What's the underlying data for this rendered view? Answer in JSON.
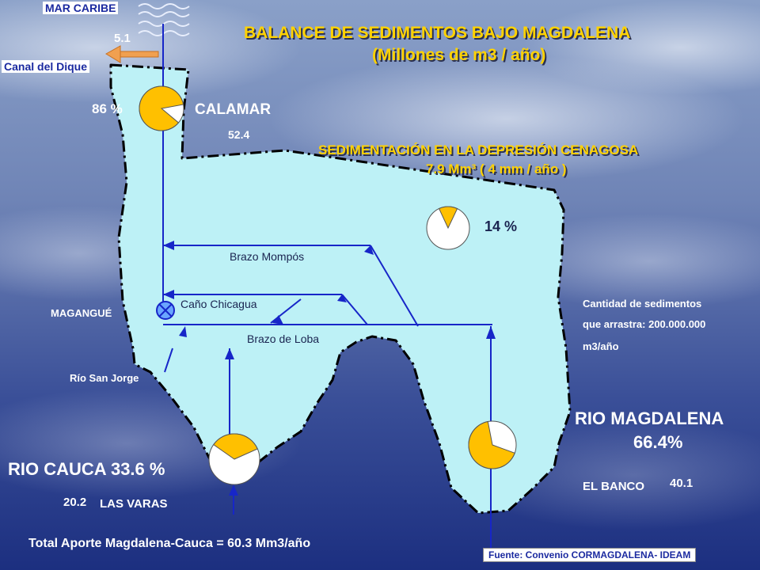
{
  "title": {
    "line1": "BALANCE DE SEDIMENTOS BAJO MAGDALENA",
    "line2": "(Millones de m3 / año)"
  },
  "sedimentation": {
    "line1": "SEDIMENTACIÓN EN LA DEPRESIÓN CENAGOSA",
    "line2": "7.9 Mm³  ( 4 mm / año )",
    "percent": "14 %",
    "share": 0.14
  },
  "labels": {
    "mar_caribe": "MAR CARIBE",
    "mar_value": "5.1",
    "canal_dique": "Canal del Dique",
    "calamar_percent": "86 %",
    "calamar": "CALAMAR",
    "calamar_value": "52.4",
    "brazo_mompos": "Brazo Mompós",
    "cano_chicagua": "Caño Chicagua",
    "brazo_loba": "Brazo de Loba",
    "magangue": "MAGANGUÉ",
    "rio_san_jorge": "Río San Jorge",
    "rio_cauca": "RIO CAUCA  33.6 %",
    "cauca_value": "20.2",
    "las_varas": "LAS VARAS",
    "rio_magdalena": "RIO MAGDALENA",
    "magdalena_percent": "66.4%",
    "el_banco": "EL BANCO",
    "banco_value": "40.1",
    "cantidad_line1": "Cantidad de sedimentos",
    "cantidad_line2": "que arrastra: 200.000.000",
    "cantidad_line3": "m3/año",
    "total": "Total Aporte Magdalena-Cauca = 60.3 Mm3/año",
    "fuente": "Fuente: Convenio CORMAGDALENA- IDEAM"
  },
  "pies": {
    "calamar": 0.86,
    "depresion": 0.14,
    "cauca": 0.336,
    "magdalena": 0.664
  },
  "colors": {
    "water": "#bdf1f6",
    "pie_fill": "#ffc000",
    "arrow": "#1726c8",
    "title_yellow": "#ffd200",
    "canal_arrow": "#f0a050"
  }
}
